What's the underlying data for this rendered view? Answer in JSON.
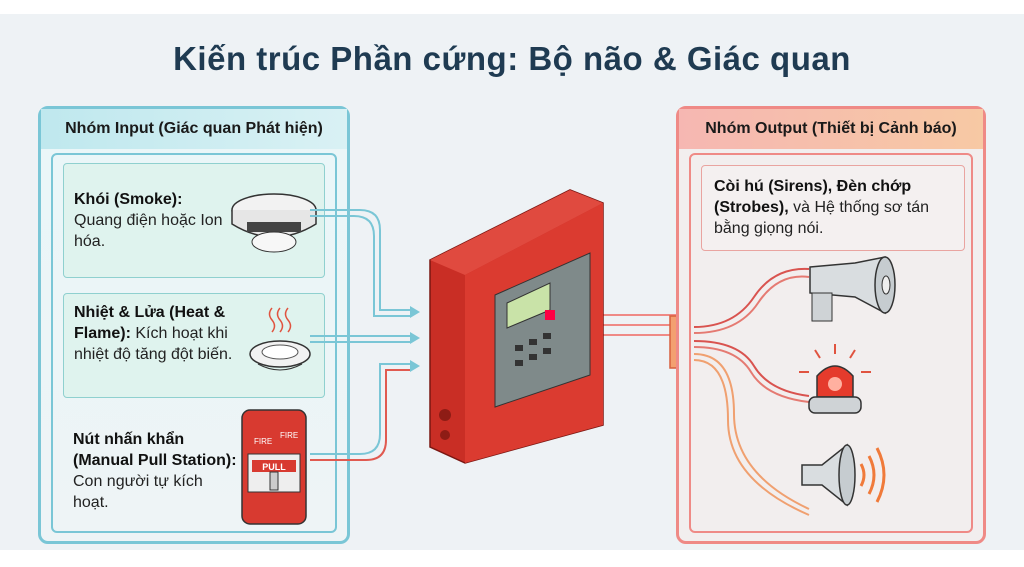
{
  "title": "Kiến trúc Phần cứng: Bộ não & Giác quan",
  "input_group": {
    "heading": "Nhóm Input (Giác quan Phát hiện)",
    "items": [
      {
        "name": "Khói (Smoke):",
        "desc": "Quang điện hoặc Ion hóa.",
        "icon": "smoke-detector-icon"
      },
      {
        "name": "Nhiệt & Lửa (Heat & Flame):",
        "desc": "Kích hoạt khi nhiệt độ tăng đột biến.",
        "icon": "heat-detector-icon"
      },
      {
        "name": "Nút nhấn khẩn (Manual Pull Station):",
        "desc": "Con người tự kích hoạt.",
        "icon": "pull-station-icon"
      }
    ],
    "pull_station_labels": {
      "fire_left": "FIRE",
      "fire_right": "FIRE",
      "pull": "PULL"
    }
  },
  "output_group": {
    "heading": "Nhóm Output (Thiết bị Cảnh báo)",
    "desc_bold1": "Còi hú (Sirens), Đèn chớp (Strobes),",
    "desc_rest": " và Hệ thống sơ tán bằng giọng nói.",
    "icons": [
      "siren-horn-icon",
      "strobe-light-icon",
      "speaker-icon"
    ]
  },
  "colors": {
    "input": "#7ac6d6",
    "output": "#ef8a86",
    "panel": "#d93a30",
    "title": "#1f3b52"
  }
}
